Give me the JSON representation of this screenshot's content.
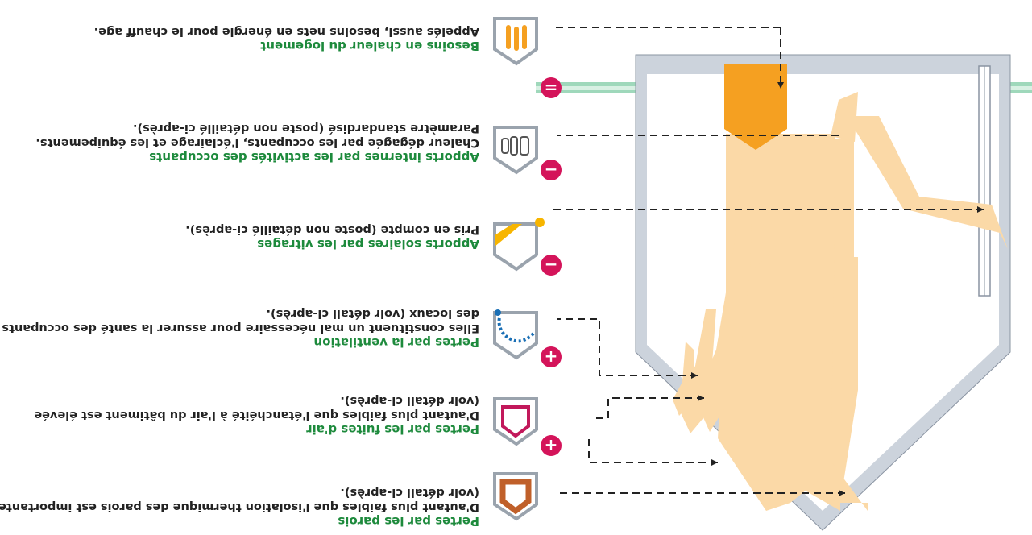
{
  "items": [
    {
      "title": "Pertes par les parois",
      "lines": [
        "D'autant plus faibles que l'isolation thermique des parois est importante",
        "(voir détail ci-après)."
      ],
      "sign": "+"
    },
    {
      "title": "Pertes par les fuites d'air",
      "lines": [
        "D'autant plus faibles que l'étanchéité à l'air du bâtiment est élevée",
        "(voir détail ci-après)."
      ],
      "sign": "+"
    },
    {
      "title": "Pertes par la ventilation",
      "lines": [
        "Elles constituent un mal nécessaire pour assurer la santé des occupants et",
        "des locaux (voir détail ci-après)."
      ],
      "sign": "−"
    },
    {
      "title": "Apports solaires par les vitrages",
      "lines": [
        "Pris en compte (poste non détaillé ci-après)."
      ],
      "sign": "−"
    },
    {
      "title": "Apports internes par les activités des occupants",
      "lines": [
        "Chaleur dégagée par les occupants, l'éclairage et les équipements.",
        "Paramètre standardisé (poste non détaillé ci-après)."
      ],
      "sign": "="
    },
    {
      "title": "Besoins en chaleur du logement",
      "lines": [
        "Appelés aussi, besoins nets en énergie pour le chauff age."
      ]
    }
  ],
  "colors": {
    "title_green": "#1d8a3c",
    "sign_magenta": "#d4145a",
    "flow_beige": "#fbd9a7",
    "heat_orange": "#f39c12",
    "house_grey": "#9ea8b6",
    "wall_brown": "#c0602a",
    "leak_red": "#c2185b",
    "vent_blue": "#1a6fb5",
    "sun_yellow": "#f7b500",
    "band_green": "#8fd1b0"
  },
  "icons": [
    "wall-icon",
    "air-leak-icon",
    "ventilation-icon",
    "solar-window-icon",
    "appliances-icon",
    "heat-waves-icon"
  ]
}
